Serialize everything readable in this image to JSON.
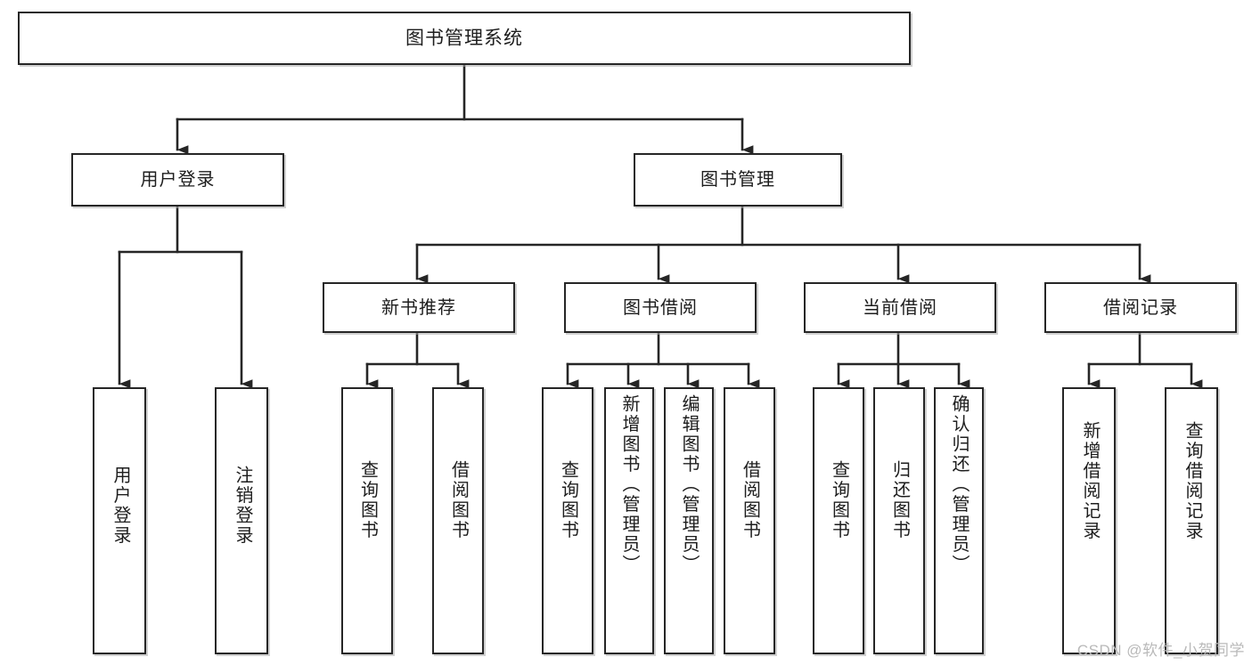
{
  "diagram": {
    "type": "tree-hierarchy-diagram",
    "title": "图书管理系统",
    "watermark": "CSDN @软件_小贺同学",
    "colors": {
      "box_border": "#262626",
      "box_fill": "#ffffff",
      "connector": "#262626",
      "text": "#1d1d1d",
      "watermark": "#b9b9b9"
    },
    "nodes": {
      "root": "图书管理系统",
      "level2": [
        "用户登录",
        "图书管理"
      ],
      "level3": [
        "新书推荐",
        "图书借阅",
        "当前借阅",
        "借阅记录"
      ],
      "leaves_user_login": [
        "用户登录",
        "注销登录"
      ],
      "leaves_new_book": [
        "查询图书",
        "借阅图书"
      ],
      "leaves_borrow": [
        "查询图书",
        "新增图书（管理员）",
        "编辑图书（管理员）",
        "借阅图书"
      ],
      "leaves_current": [
        "查询图书",
        "归还图书",
        "确认归还（管理员）"
      ],
      "leaves_record": [
        "新增借阅记录",
        "查询借阅记录"
      ]
    },
    "edges": [
      {
        "from": "图书管理系统",
        "to": "用户登录"
      },
      {
        "from": "图书管理系统",
        "to": "图书管理"
      },
      {
        "from": "用户登录",
        "to": "用户登录"
      },
      {
        "from": "用户登录",
        "to": "注销登录"
      },
      {
        "from": "图书管理",
        "to": "新书推荐"
      },
      {
        "from": "图书管理",
        "to": "图书借阅"
      },
      {
        "from": "图书管理",
        "to": "当前借阅"
      },
      {
        "from": "图书管理",
        "to": "借阅记录"
      },
      {
        "from": "新书推荐",
        "to": "查询图书"
      },
      {
        "from": "新书推荐",
        "to": "借阅图书"
      },
      {
        "from": "图书借阅",
        "to": "查询图书"
      },
      {
        "from": "图书借阅",
        "to": "新增图书（管理员）"
      },
      {
        "from": "图书借阅",
        "to": "编辑图书（管理员）"
      },
      {
        "from": "图书借阅",
        "to": "借阅图书"
      },
      {
        "from": "当前借阅",
        "to": "查询图书"
      },
      {
        "from": "当前借阅",
        "to": "归还图书"
      },
      {
        "from": "当前借阅",
        "to": "确认归还（管理员）"
      },
      {
        "from": "借阅记录",
        "to": "新增借阅记录"
      },
      {
        "from": "借阅记录",
        "to": "查询借阅记录"
      }
    ]
  }
}
